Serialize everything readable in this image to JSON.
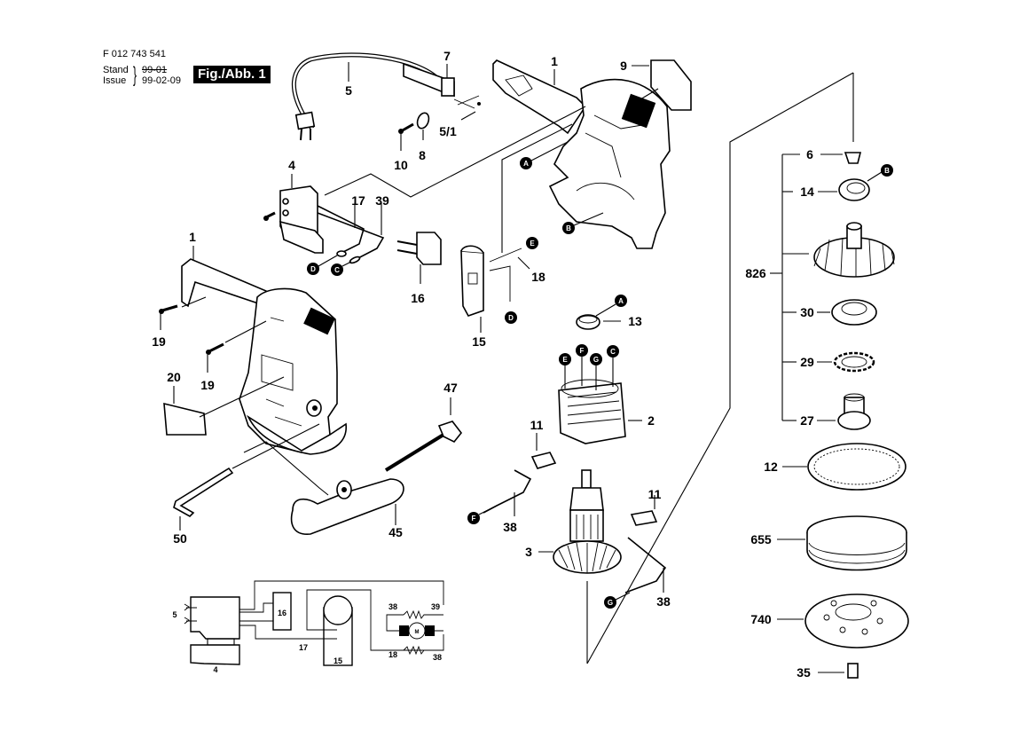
{
  "header": {
    "doc_number": "F 012 743 541",
    "stand_label": "Stand",
    "stand_value": "99-01",
    "issue_label": "Issue",
    "issue_value": "99-02-09",
    "figure_label": "Fig./Abb. 1"
  },
  "part_labels": {
    "p1_top": "1",
    "p1_left": "1",
    "p2": "2",
    "p3": "3",
    "p4": "4",
    "p5": "5",
    "p5_1": "5/1",
    "p6": "6",
    "p7": "7",
    "p8": "8",
    "p9": "9",
    "p10": "10",
    "p11_a": "11",
    "p11_b": "11",
    "p12": "12",
    "p13": "13",
    "p14": "14",
    "p15": "15",
    "p16": "16",
    "p17": "17",
    "p18": "18",
    "p19_a": "19",
    "p19_b": "19",
    "p20": "20",
    "p27": "27",
    "p29": "29",
    "p30": "30",
    "p35": "35",
    "p38_a": "38",
    "p38_b": "38",
    "p39": "39",
    "p45": "45",
    "p47": "47",
    "p50": "50",
    "p655": "655",
    "p740": "740",
    "p826": "826"
  },
  "connectors": {
    "A": "A",
    "B": "B",
    "C": "C",
    "D": "D",
    "E": "E",
    "F": "F",
    "G": "G"
  },
  "wiring_diagram": {
    "plug": "5",
    "switch": "4",
    "suppressor": "16",
    "wire_17": "17",
    "field": "15",
    "wire_18": "18",
    "wire_38_top": "38",
    "wire_39": "39",
    "wire_38_bottom": "38",
    "motor": "M"
  }
}
